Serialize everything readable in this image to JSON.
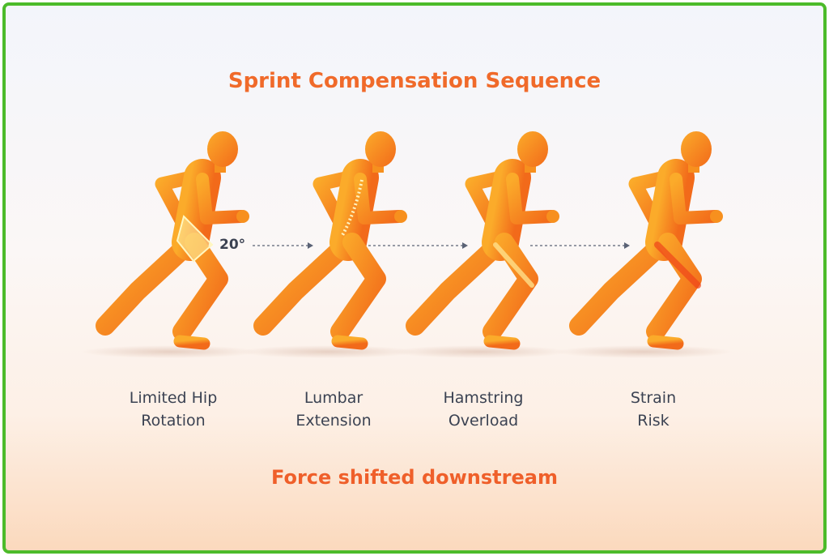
{
  "title": "Sprint Compensation Sequence",
  "angle_label": "20°",
  "stages": [
    {
      "line1": "Limited Hip",
      "line2": "Rotation"
    },
    {
      "line1": "Lumbar",
      "line2": "Extension"
    },
    {
      "line1": "Hamstring",
      "line2": "Overload"
    },
    {
      "line1": "Strain",
      "line2": "Risk"
    }
  ],
  "footer": "Force shifted downstream",
  "colors": {
    "accent": "#f06a2a",
    "border": "#4cbb2a",
    "runner": "#f7901e",
    "text": "#3b4252"
  }
}
